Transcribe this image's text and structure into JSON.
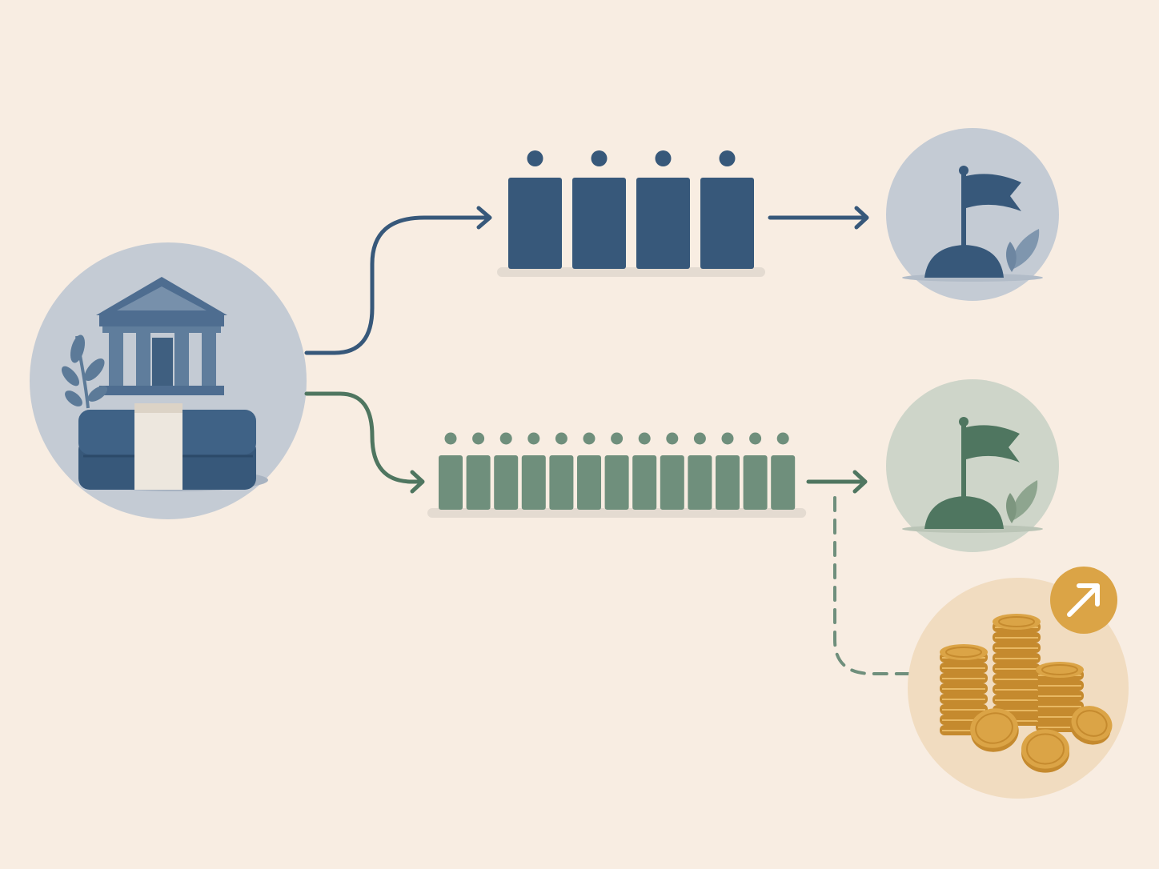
{
  "colors": {
    "background": "#f8ede2",
    "navy": "#37587a",
    "navy_light": "#4e6d90",
    "navy_circle": "#c4cbd4",
    "green": "#6f8f7c",
    "green_dark": "#4f7660",
    "green_circle": "#ced5c9",
    "gold": "#dba446",
    "gold_dark": "#c58a2e",
    "gold_circle": "#f1dcc0",
    "shadow": "#e4dbd1",
    "paper_band": "#ece4d8"
  },
  "icons": {
    "source": "bank-with-cash-icon",
    "goal": "flag-on-hill-icon",
    "reward": "coin-stacks-icon",
    "growth": "arrow-up-right-icon",
    "person": "person-token-icon"
  },
  "paths": [
    {
      "name": "few-groups-path",
      "color": "navy",
      "group_count": 4
    },
    {
      "name": "many-groups-path",
      "color": "green",
      "group_count": 13
    }
  ]
}
